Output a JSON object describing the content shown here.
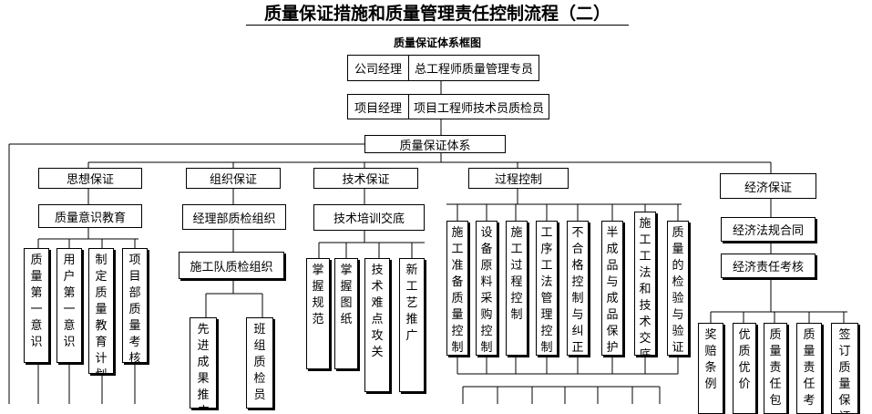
{
  "title": "质量保证措施和质量管理责任控制流程（二）",
  "subtitle": "质量保证体系框图",
  "top": {
    "row1_left": "公司经理",
    "row1_right": "总工程师质量管理专员",
    "row2_left": "项目经理",
    "row2_right": "项目工程师技术员质检员",
    "root": "质量保证体系"
  },
  "categories": {
    "sixiang": "思想保证",
    "zuzhi": "组织保证",
    "jishu": "技术保证",
    "guocheng": "过程控制",
    "jingji": "经济保证"
  },
  "sub": {
    "sixiang": "质量意识教育",
    "zuzhi1": "经理部质检组织",
    "zuzhi2": "施工队质检组织",
    "jishu": "技术培训交底",
    "jingji1": "经济法规合同",
    "jingji2": "经济责任考核"
  },
  "leaves": {
    "sixiang": [
      "质量第一意识",
      "用户第一意识",
      "制定质量教育计划",
      "项目部质量考核"
    ],
    "zuzhi": [
      "先进成果推广",
      "班组质检员"
    ],
    "jishu": [
      "掌握规范",
      "掌握图纸",
      "技术难点攻关",
      "新工艺推广"
    ],
    "guocheng": [
      "施工准备质量控制",
      "设备原料采购控制",
      "施工过程控制",
      "工序工法管理控制",
      "不合格控制与纠正",
      "半成品与成品保护",
      "施工工法和技术交底",
      "质量的检验与验证"
    ],
    "jingji": [
      "奖赔条例",
      "优质优价",
      "质量责任包",
      "质量责任考",
      "签订质量保证"
    ]
  }
}
